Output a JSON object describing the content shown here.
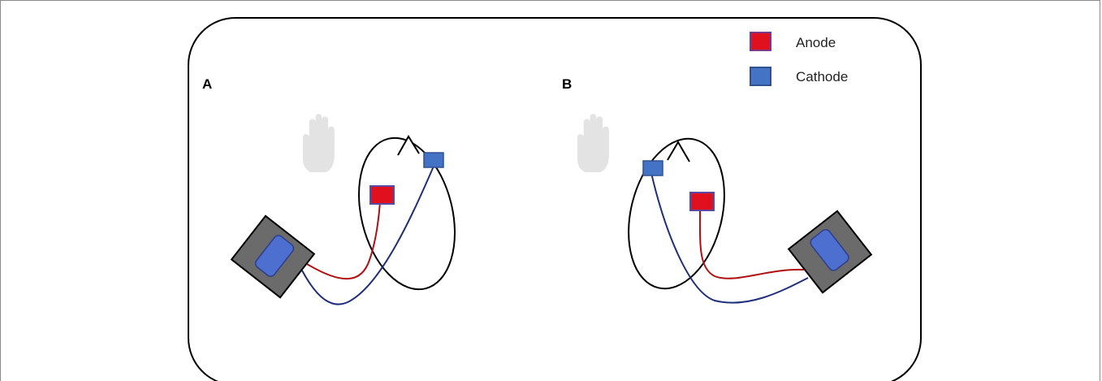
{
  "panels": {
    "a_label": "A",
    "b_label": "B"
  },
  "legend": {
    "items": [
      {
        "label": "Anode",
        "color": "#e0101e",
        "border": "#7a3a8a"
      },
      {
        "label": "Cathode",
        "color": "#4472c4",
        "border": "#2f528f"
      }
    ]
  },
  "colors": {
    "frame_stroke": "#000000",
    "head_stroke": "#000000",
    "anode_fill": "#e0101e",
    "cathode_fill": "#4472c4",
    "anode_wire": "#b01010",
    "cathode_wire": "#1f2f7a",
    "device_body": "#6b6b6b",
    "device_screen": "#4d6fd0",
    "hand_fill": "#e3e3e3"
  },
  "icons": {
    "hand": "hand-icon",
    "nose": "nose-icon",
    "device": "stimulator-device-icon"
  }
}
